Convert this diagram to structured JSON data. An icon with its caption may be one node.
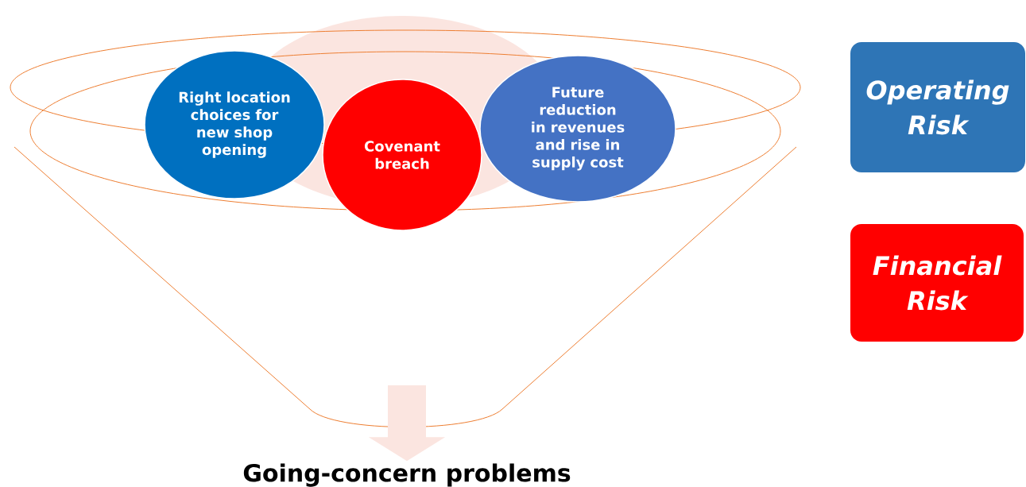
{
  "diagram": {
    "nodes": [
      {
        "text": [
          "Right location choices for new shop opening"
        ]
      },
      {
        "text": [
          "Covenant breach"
        ]
      },
      {
        "text": [
          "Future reduction in revenues and rise in supply cost"
        ]
      },
      {
        "text": [
          "Going-concern problems"
        ]
      }
    ],
    "edges": [
      {
        "from": null,
        "to": 3,
        "arrow": "to"
      }
    ],
    "legend": [
      {
        "text": "Operating Risk",
        "color": "#2e75b6"
      },
      {
        "text": "Financial Risk",
        "color": "#ff0000"
      }
    ]
  }
}
